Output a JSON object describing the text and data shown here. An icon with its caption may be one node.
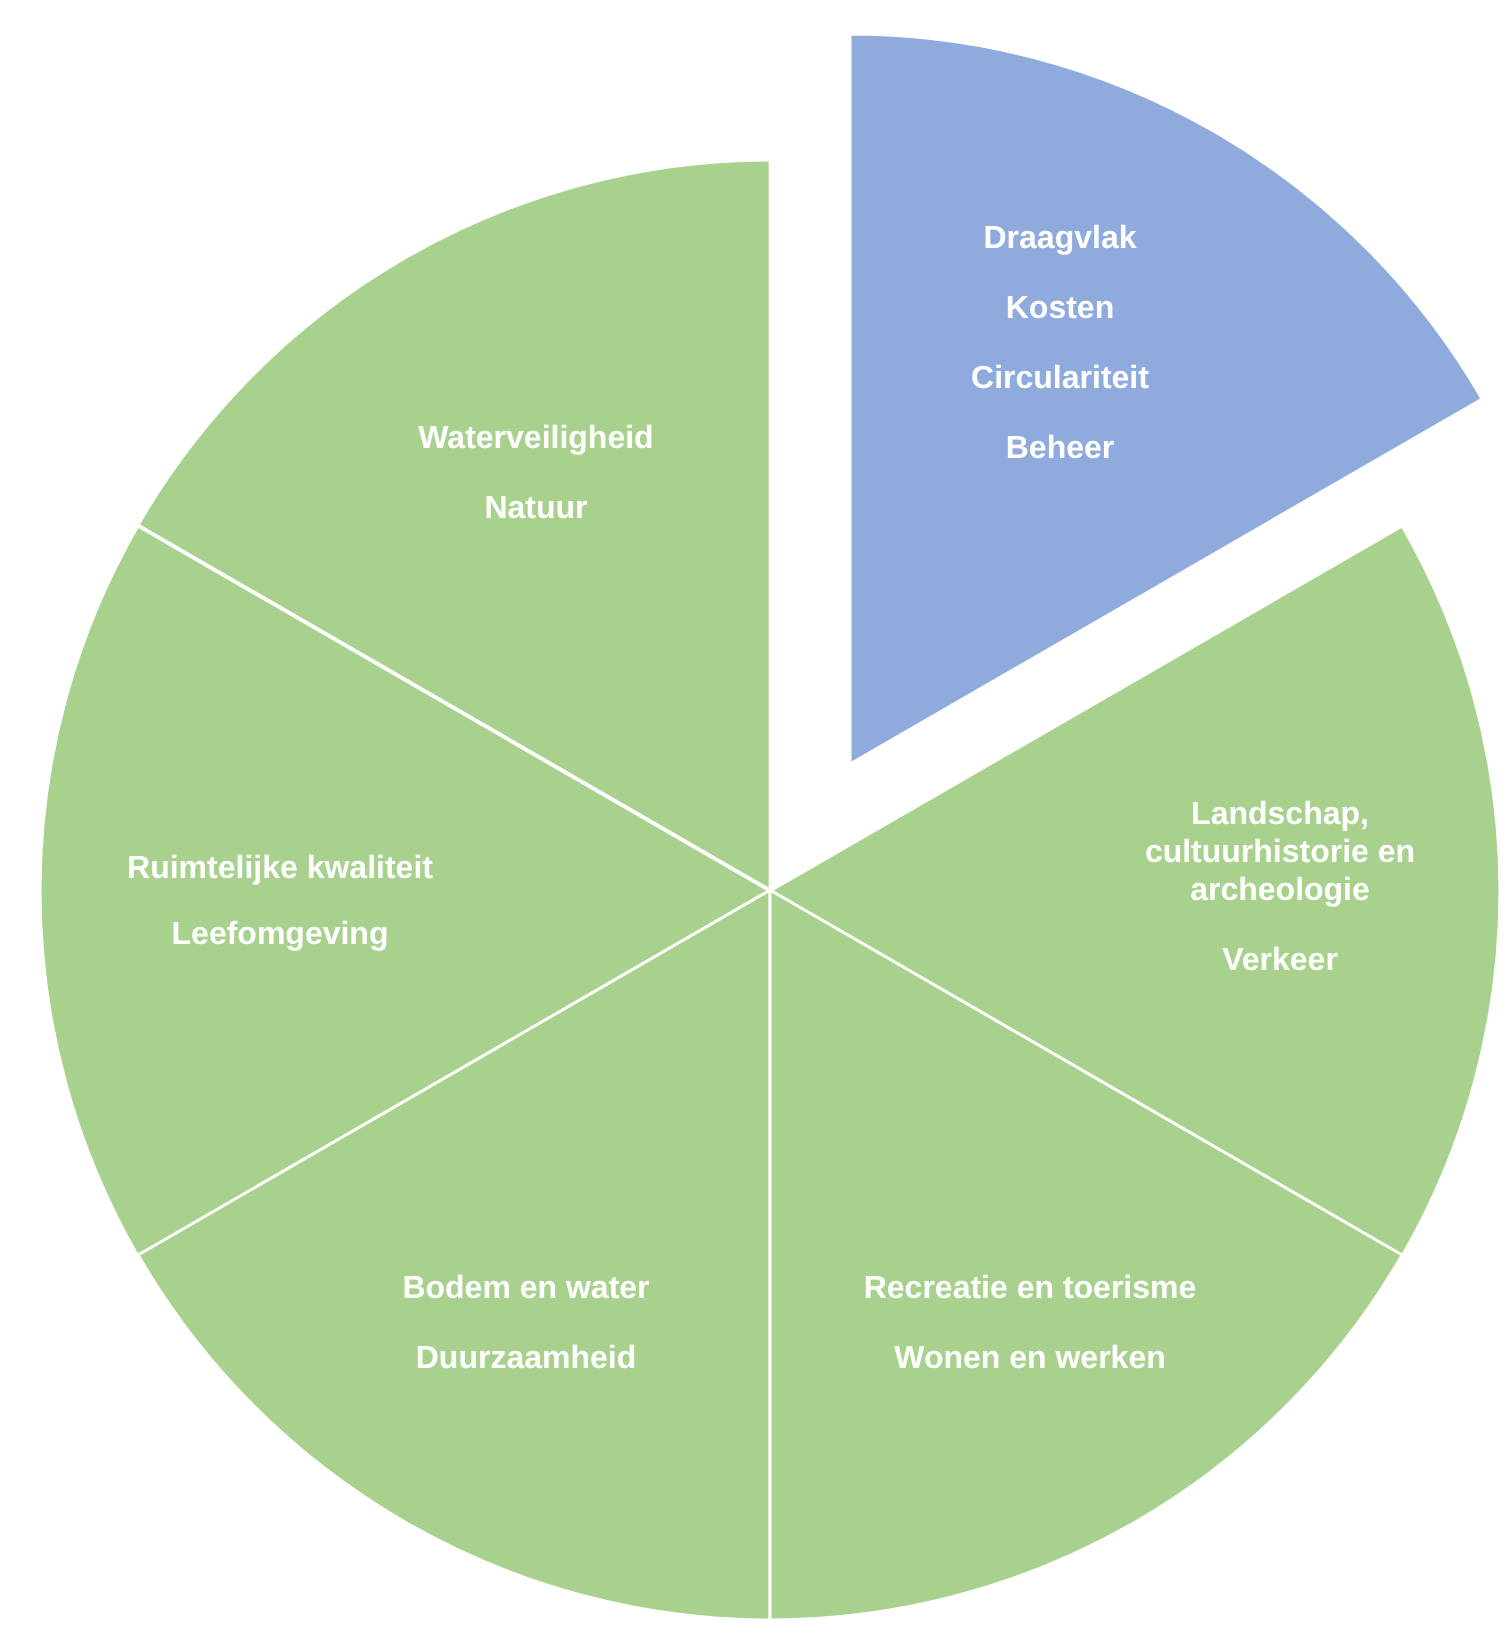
{
  "diagram": {
    "nodes": [
      {
        "text": [
          "Draagvlak",
          "Kosten",
          "Circulariteit",
          "Beheer"
        ]
      },
      {
        "text": [
          "Waterveiligheid",
          "Natuur"
        ]
      },
      {
        "text": [
          "Ruimtelijke kwaliteit",
          "Leefomgeving"
        ]
      },
      {
        "text": [
          "Landschap, cultuurhistorie en archeologie",
          "Verkeer"
        ]
      },
      {
        "text": [
          "Bodem en water",
          "Duurzaamheid"
        ]
      },
      {
        "text": [
          "Recreatie en toerisme",
          "Wonen en werken"
        ]
      }
    ]
  }
}
